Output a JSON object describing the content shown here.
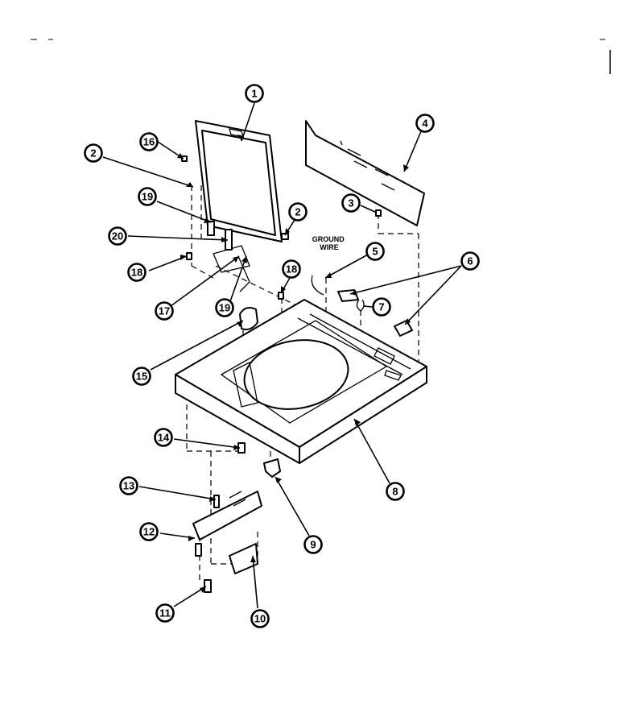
{
  "diagram": {
    "text_labels": [
      {
        "id": "ground-wire",
        "lines": [
          "GROUND",
          "WIRE"
        ]
      }
    ],
    "callouts": [
      {
        "id": "c1",
        "number": "1"
      },
      {
        "id": "c2a",
        "number": "2"
      },
      {
        "id": "c2b",
        "number": "2"
      },
      {
        "id": "c3",
        "number": "3"
      },
      {
        "id": "c4",
        "number": "4"
      },
      {
        "id": "c5",
        "number": "5"
      },
      {
        "id": "c6",
        "number": "6"
      },
      {
        "id": "c7",
        "number": "7"
      },
      {
        "id": "c8",
        "number": "8"
      },
      {
        "id": "c9",
        "number": "9"
      },
      {
        "id": "c10",
        "number": "10"
      },
      {
        "id": "c11",
        "number": "11"
      },
      {
        "id": "c12",
        "number": "12"
      },
      {
        "id": "c13",
        "number": "13"
      },
      {
        "id": "c14",
        "number": "14"
      },
      {
        "id": "c15",
        "number": "15"
      },
      {
        "id": "c16",
        "number": "16"
      },
      {
        "id": "c17",
        "number": "17"
      },
      {
        "id": "c18a",
        "number": "18"
      },
      {
        "id": "c18b",
        "number": "18"
      },
      {
        "id": "c19a",
        "number": "19"
      },
      {
        "id": "c19b",
        "number": "19"
      },
      {
        "id": "c20",
        "number": "20"
      }
    ]
  }
}
